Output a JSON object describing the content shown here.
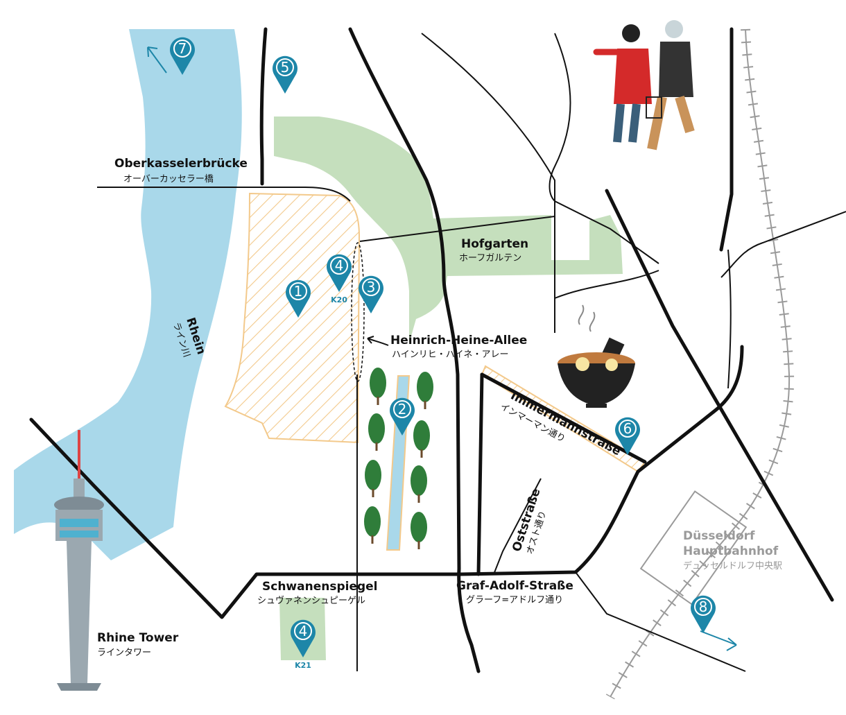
{
  "colors": {
    "river": "#a9d8ea",
    "park": "#c5dfbd",
    "hatch": "#f3c98b",
    "road_major": "#111111",
    "road_minor": "#111111",
    "rail": "#9a9a9a",
    "pin": "#1d86a8",
    "tree": "#2f7d3a",
    "tower": "#9ba8b0"
  },
  "labels": {
    "bridge_de": "Oberkasselerbrücke",
    "bridge_jp": "オーバーカッセラー橋",
    "hofgarten_de": "Hofgarten",
    "hofgarten_jp": "ホーフガルテン",
    "rhein_de": "Rhein",
    "rhein_jp": "ライン川",
    "hha_de": "Heinrich-Heine-Allee",
    "hha_jp": "ハインリヒ・ハイネ・アレー",
    "immermann_de": "Immermannstraße",
    "immermann_jp": "インマーマン通り",
    "ost_de": "Oststraße",
    "ost_jp": "オスト通り",
    "hbf_de_1": "Düsseldorf",
    "hbf_de_2": "Hauptbahnhof",
    "hbf_jp": "デュッセルドルフ中央駅",
    "graf_de": "Graf-Adolf-Straße",
    "graf_jp": "グラーフ=アドルフ通り",
    "schwan_de": "Schwanenspiegel",
    "schwan_jp": "シュヴァネンシュピーゲル",
    "rhine_tower_de": "Rhine Tower",
    "rhine_tower_jp": "ラインタワー"
  },
  "pins": [
    {
      "num": "1",
      "sub": ""
    },
    {
      "num": "2",
      "sub": ""
    },
    {
      "num": "3",
      "sub": ""
    },
    {
      "num": "4",
      "sub": "K20"
    },
    {
      "num": "4",
      "sub": "K21"
    },
    {
      "num": "5",
      "sub": ""
    },
    {
      "num": "6",
      "sub": ""
    },
    {
      "num": "7",
      "sub": ""
    },
    {
      "num": "8",
      "sub": ""
    }
  ],
  "icons": {
    "people": "walking-couple-illustration",
    "ramen": "ramen-bowl-illustration",
    "tower": "rhine-tower-illustration",
    "tree": "tree-icon",
    "arrow": "direction-arrow-icon"
  }
}
